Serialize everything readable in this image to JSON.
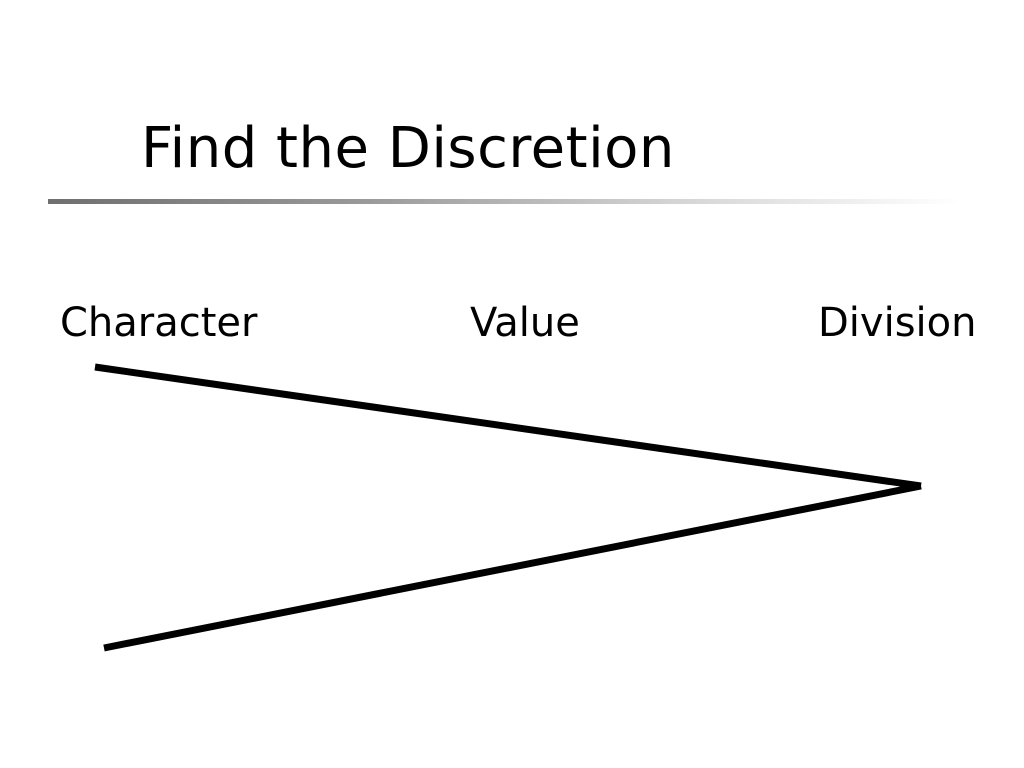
{
  "slide": {
    "title": "Find the Discretion",
    "labels": {
      "character": "Character",
      "value": "Value",
      "division": "Division"
    }
  },
  "colors": {
    "text": "#000000",
    "background": "#ffffff",
    "lines": "#000000"
  }
}
